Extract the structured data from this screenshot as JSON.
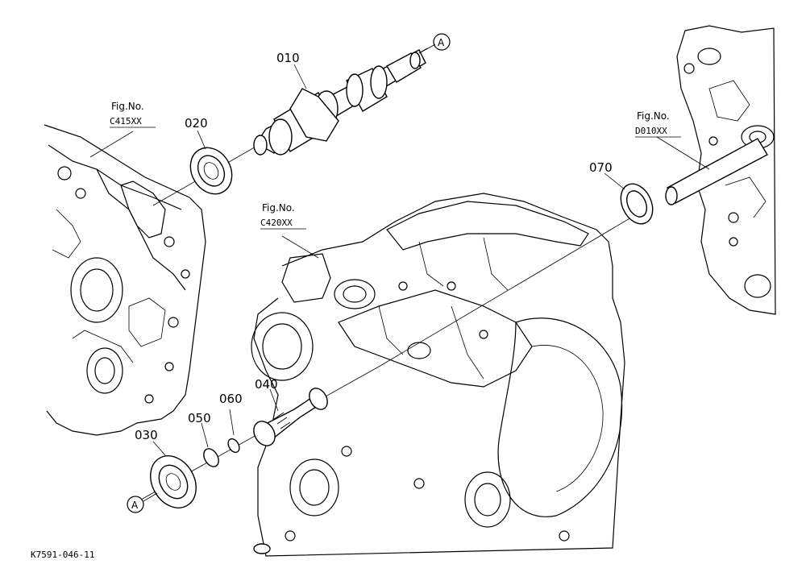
{
  "parts": {
    "p010": "010",
    "p020": "020",
    "p030": "030",
    "p040": "040",
    "p050": "050",
    "p060": "060",
    "p070": "070"
  },
  "refs": {
    "fig_label": "Fig.No.",
    "c415": "C415XX",
    "c420": "C420XX",
    "d010": "D010XX",
    "marker": "A"
  },
  "drawing_code": "K7591-046-11"
}
